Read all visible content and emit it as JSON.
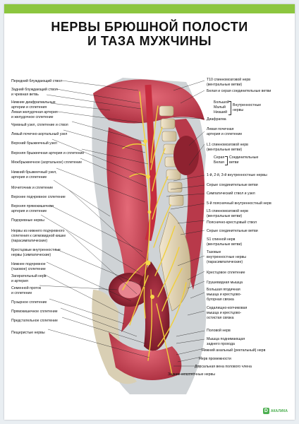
{
  "poster": {
    "title_line1": "НЕРВЫ БРЮШНОЙ ПОЛОСТИ",
    "title_line2": "И ТАЗА МУЖЧИНЫ",
    "logo_text": "АКАЛИКА",
    "accent_color": "#8cc63f"
  },
  "left_labels": [
    "Передний блуждающий ствол",
    "Задний блуждающий ствол",
    "и чревная ветвь",
    "Нижние диафрагмальные",
    "артерии и сплетения",
    "Левая желудочная артерия",
    "и желудочное сплетение",
    "Чревный узел, сплетение и ствол",
    "Левый почечно-аортальный узел",
    "Верхний брыжеечный узел",
    "Верхняя брыжеечная артерия и сплетение",
    "Межбрыжеечное (аортальное) сплетение",
    "Нижний брыжеечный узел,",
    "артерия и сплетение",
    "Мочеточник и сплетение",
    "Верхнее подчревное сплетение",
    "Верхняя прямокишечная",
    "артерия и сплетение",
    "Подчревные нервы",
    "Нервы из нижнего подчревного",
    "сплетения к сигмовидной кишке",
    "(парасимпатические)",
    "Крестцовые внутренностные",
    "нервы (симпатические)",
    "Нижнее подчревное",
    "(тазовое) сплетение",
    "Загирательный нерв",
    "и артерия",
    "Семенной проток",
    "и сплетение",
    "Пузырное сплетение",
    "Прямокишечное сплетение",
    "Предстательное сплетение",
    "Пещеристые нервы"
  ],
  "right_labels": [
    "T10 спинномозговой нерв",
    "(вентральные ветви)",
    "Белая и серая соединительные ветви",
    "Большой",
    "Малый",
    "Низший",
    "Внутренностные",
    "нервы",
    "Диафрагма",
    "Левая почечная",
    "артерия и сплетение",
    "L1 спинномозговой нерв",
    "(вентральные ветви)",
    "Серая",
    "Белая",
    "Соединительные",
    "ветви",
    "1-й, 2-й, 3-й внутренностные нервы",
    "Серые соединительные ветви",
    "Симпатический ствол и узел",
    "5-й поясничный внутренностный нерв",
    "L5 спинномозговой нерв",
    "(вентральные ветви)",
    "Пояснично-крестцовый ствол",
    "Серые соединительные ветви",
    "S1 спинной нерв",
    "(вентральные ветви)",
    "Тазовые",
    "внутренностные нервы",
    "(парасимпатические)",
    "Крестцовое сплетение",
    "Грушевидная мышца",
    "Большая ягодичная",
    "мышца и крестцово-",
    "бугорная связка",
    "Седалищно-копчиковая",
    "мышца и крестцово-",
    "остистая связка",
    "Половой нерв",
    "Мышца поднимающая",
    "заднего прохода",
    "Нижний анальный (ректальный) нерв",
    "Нерв промежности",
    "Дорсальная вена полового члена",
    "Задние мошоночные нервы"
  ]
}
